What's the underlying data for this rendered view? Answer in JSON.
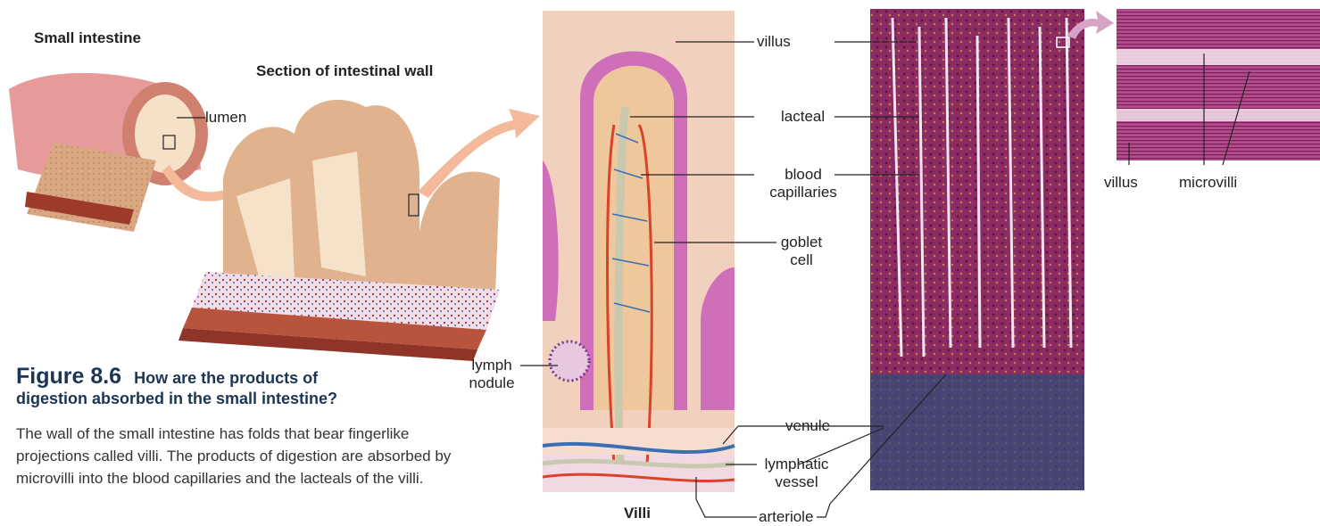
{
  "panels": {
    "small_intestine_title": "Small intestine",
    "section_title": "Section of intestinal wall",
    "villi_title": "Villi"
  },
  "labels": {
    "lumen": "lumen",
    "villus_1": "villus",
    "lacteal": "lacteal",
    "blood_capillaries_1": "blood",
    "blood_capillaries_2": "capillaries",
    "goblet_cell_1": "goblet",
    "goblet_cell_2": "cell",
    "lymph_nodule_1": "lymph",
    "lymph_nodule_2": "nodule",
    "venule": "venule",
    "lymphatic_vessel_1": "lymphatic",
    "lymphatic_vessel_2": "vessel",
    "arteriole": "arteriole",
    "villus_2": "villus",
    "microvilli": "microvilli"
  },
  "figure": {
    "number": "Figure 8.6",
    "question_1": "How are the products of",
    "question_2": "digestion absorbed in the small intestine?",
    "caption": "The wall of the small intestine has folds that bear fingerlike projections called villi. The products of digestion are absorbed by microvilli into the blood capillaries and the lacteals of the villi."
  },
  "colors": {
    "heading": "#1b3555",
    "arrow": "#f3b99a",
    "villus_pink": "#c469b5",
    "tissue_tan": "#efc79c",
    "muscle_red": "#b8543d",
    "artery_red": "#d8432a",
    "vein_blue": "#3a6fb5",
    "lacteal_gray": "#c9c9b0",
    "micro_purple": "#8c2f6f"
  }
}
